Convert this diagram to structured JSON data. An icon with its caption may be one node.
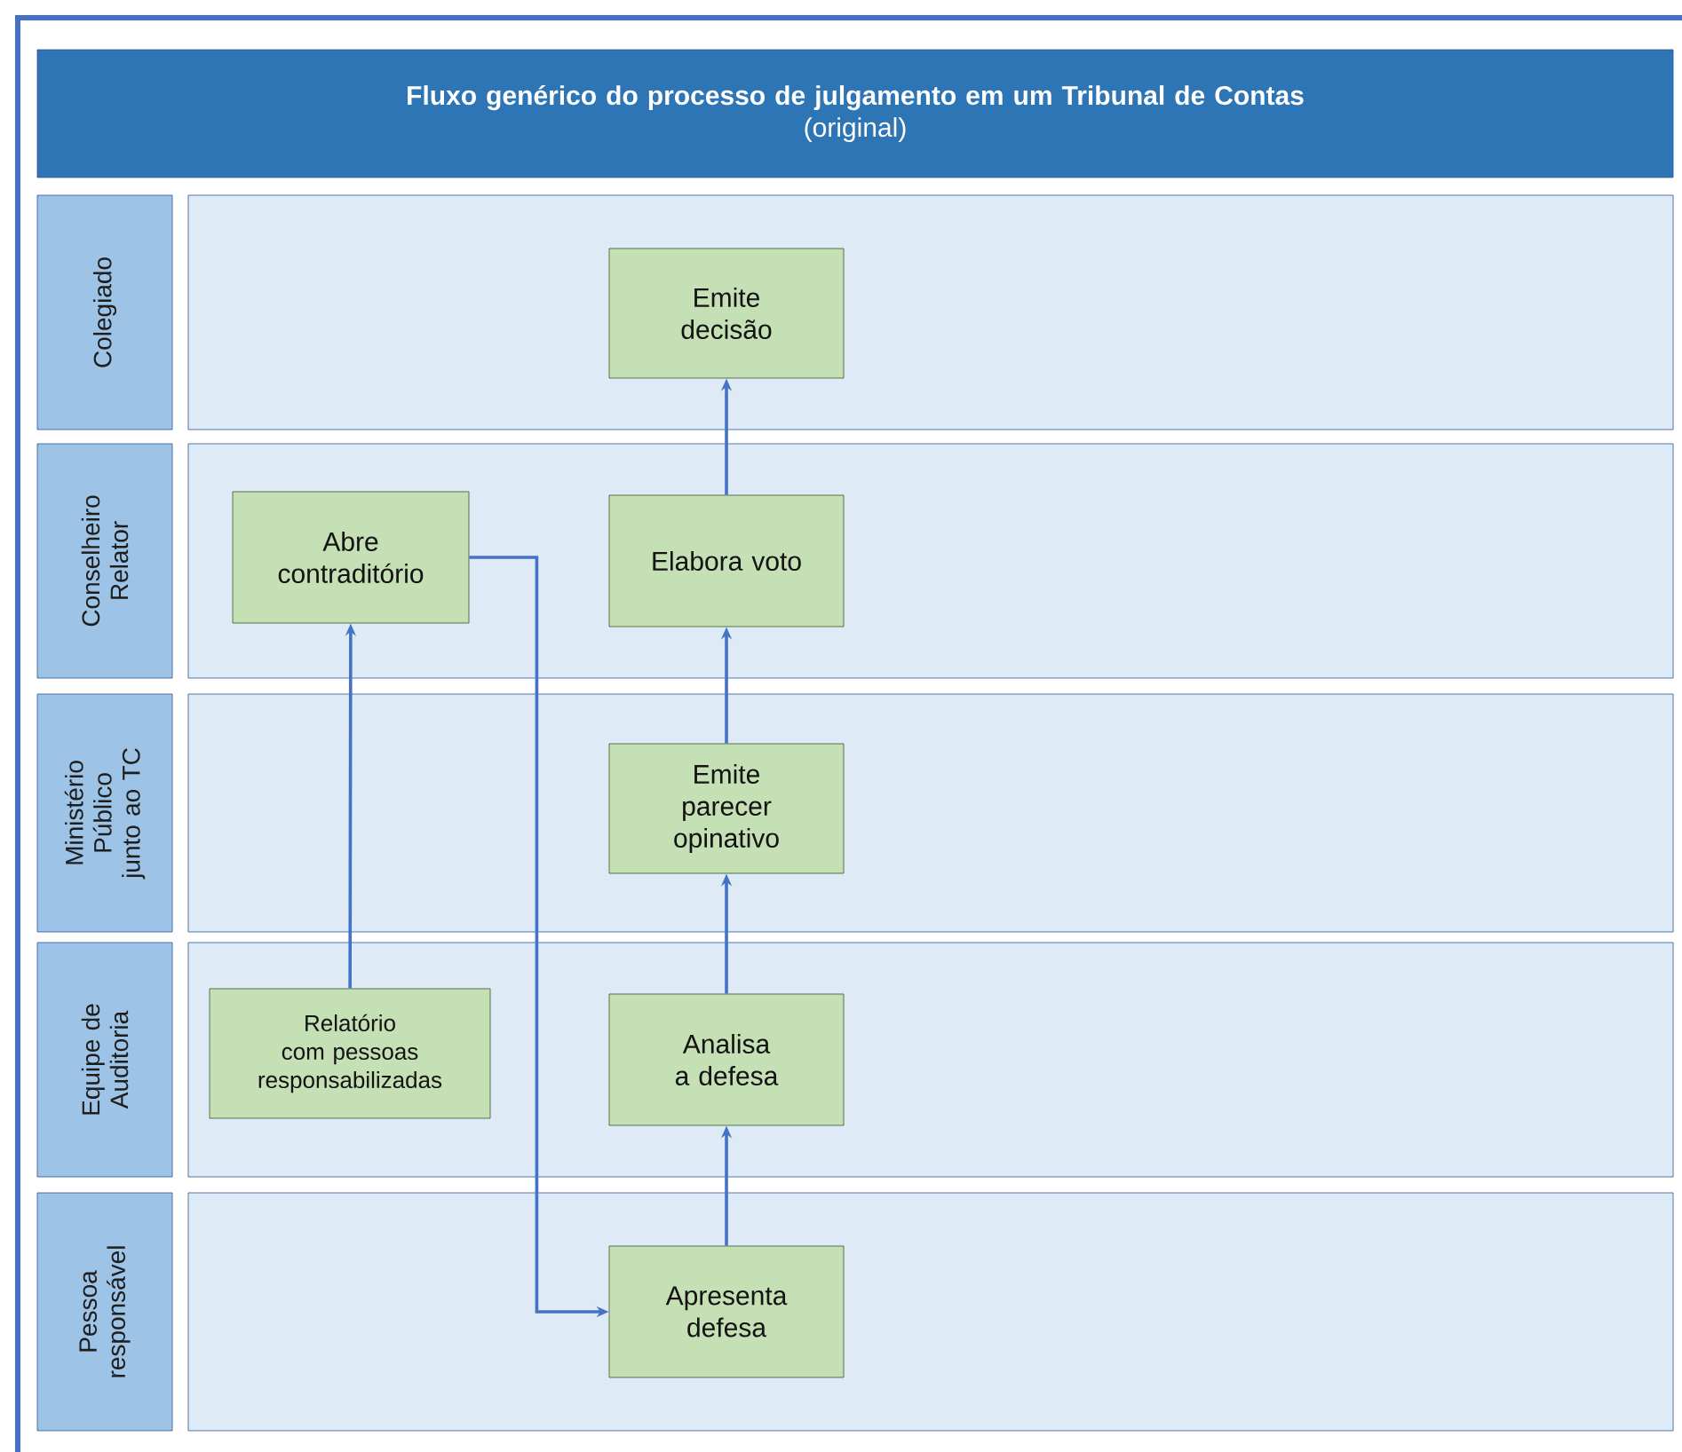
{
  "diagram": {
    "nodes": [
      {
        "text": [
          "Fluxo genérico do processo de julgamento em um Tribunal de Contas",
          "(original)"
        ]
      },
      {
        "text": [
          "Colegiado"
        ]
      },
      {
        "text": [],
        "shape": "box"
      },
      {
        "text": [
          "Emite decisão"
        ],
        "in": 2
      },
      {
        "text": [
          "Conselheiro Relator"
        ]
      },
      {
        "text": [],
        "shape": "box"
      },
      {
        "text": [
          "Abre contraditório"
        ],
        "in": 5
      },
      {
        "text": [
          "Elabora voto"
        ],
        "in": 5
      },
      {
        "text": [
          "Ministério Público junto ao TC"
        ]
      },
      {
        "text": [],
        "shape": "box"
      },
      {
        "text": [
          "Emite parecer opinativo"
        ],
        "in": 9
      },
      {
        "text": [
          "Equipe de Auditoria"
        ]
      },
      {
        "text": [],
        "shape": "box"
      },
      {
        "text": [
          "Relatório com pessoas responsabilizadas"
        ],
        "in": 12
      },
      {
        "text": [
          "Analisa a defesa"
        ],
        "in": 12
      },
      {
        "text": [
          "Pessoa responsável"
        ]
      },
      {
        "text": [],
        "shape": "box"
      },
      {
        "text": [
          "Apresenta defesa"
        ],
        "in": 16
      }
    ],
    "edges": [
      {
        "from": 13,
        "to": 6,
        "arrow": "to"
      },
      {
        "from": 6,
        "to": 17,
        "arrow": "to"
      },
      {
        "from": 17,
        "to": 14,
        "arrow": "to"
      },
      {
        "from": 14,
        "to": 10,
        "arrow": "to"
      },
      {
        "from": 10,
        "to": 7,
        "arrow": "to"
      },
      {
        "from": 7,
        "to": 3,
        "arrow": "to"
      }
    ]
  }
}
